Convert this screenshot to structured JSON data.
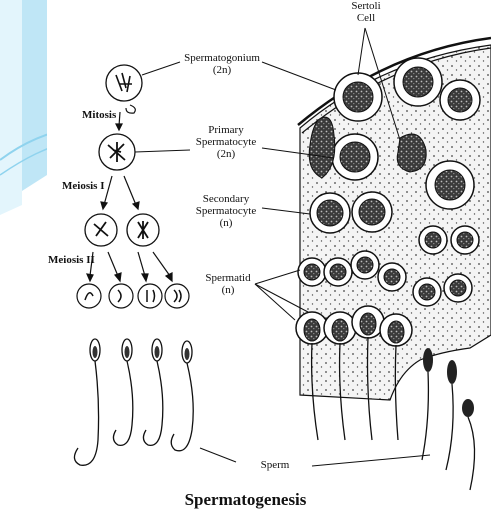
{
  "labels": {
    "sertoli_line1": "Sertoli",
    "sertoli_line2": "Cell",
    "spermatogonium": "Spermatogonium",
    "spermatogonium_ploidy": "(2n)",
    "primary_line1": "Primary",
    "primary_line2": "Spermatocyte",
    "primary_ploidy": "(2n)",
    "secondary_line1": "Secondary",
    "secondary_line2": "Spermatocyte",
    "secondary_ploidy": "(n)",
    "spermatid": "Spermatid",
    "spermatid_ploidy": "(n)",
    "sperm": "Sperm"
  },
  "stages": {
    "mitosis": "Mitosis",
    "meiosis1": "Meiosis I",
    "meiosis2": "Meiosis II"
  },
  "title": "Spermatogenesis",
  "colors": {
    "slide_accent": "#8fd3ee",
    "ink": "#111111"
  }
}
